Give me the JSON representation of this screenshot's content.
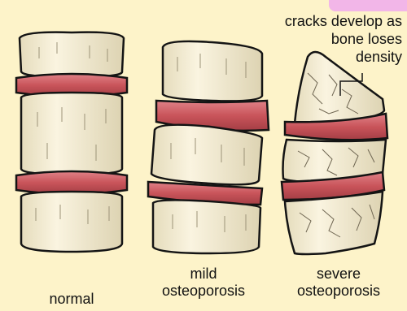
{
  "labels": {
    "normal": "normal",
    "mild_line1": "mild",
    "mild_line2": "osteoporosis",
    "severe_line1": "severe",
    "severe_line2": "osteoporosis"
  },
  "annotation": {
    "line1": "cracks develop as",
    "line2": "bone loses",
    "line3": "density"
  },
  "colors": {
    "background": "#fdf3c9",
    "bone": "#f4ecd3",
    "bone_shadow": "#d8cfae",
    "disc": "#c9545a",
    "disc_highlight": "#e08288",
    "outline": "#141414",
    "corner_tab": "#f2b6e8"
  }
}
